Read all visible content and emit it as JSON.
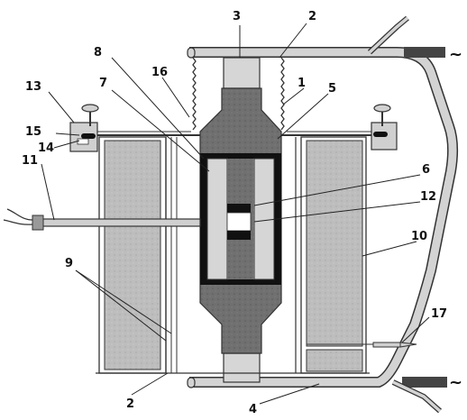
{
  "labels": {
    "l1": "1",
    "l2a": "2",
    "l2b": "2",
    "l3": "3",
    "l4": "4",
    "l5": "5",
    "l6": "6",
    "l7": "7",
    "l8": "8",
    "l9": "9",
    "l10": "10",
    "l11": "11",
    "l12": "12",
    "l13": "13",
    "l14": "14",
    "l15": "15",
    "l16": "16",
    "l17": "17"
  },
  "symbols": {
    "tilde_top": "~",
    "tilde_bottom": "~"
  },
  "colors": {
    "body_dark": "#6e6e6e",
    "coil_gray": "#b9b9b9",
    "light_gray": "#d6d6d6",
    "outline": "#333333",
    "black": "#111111"
  }
}
